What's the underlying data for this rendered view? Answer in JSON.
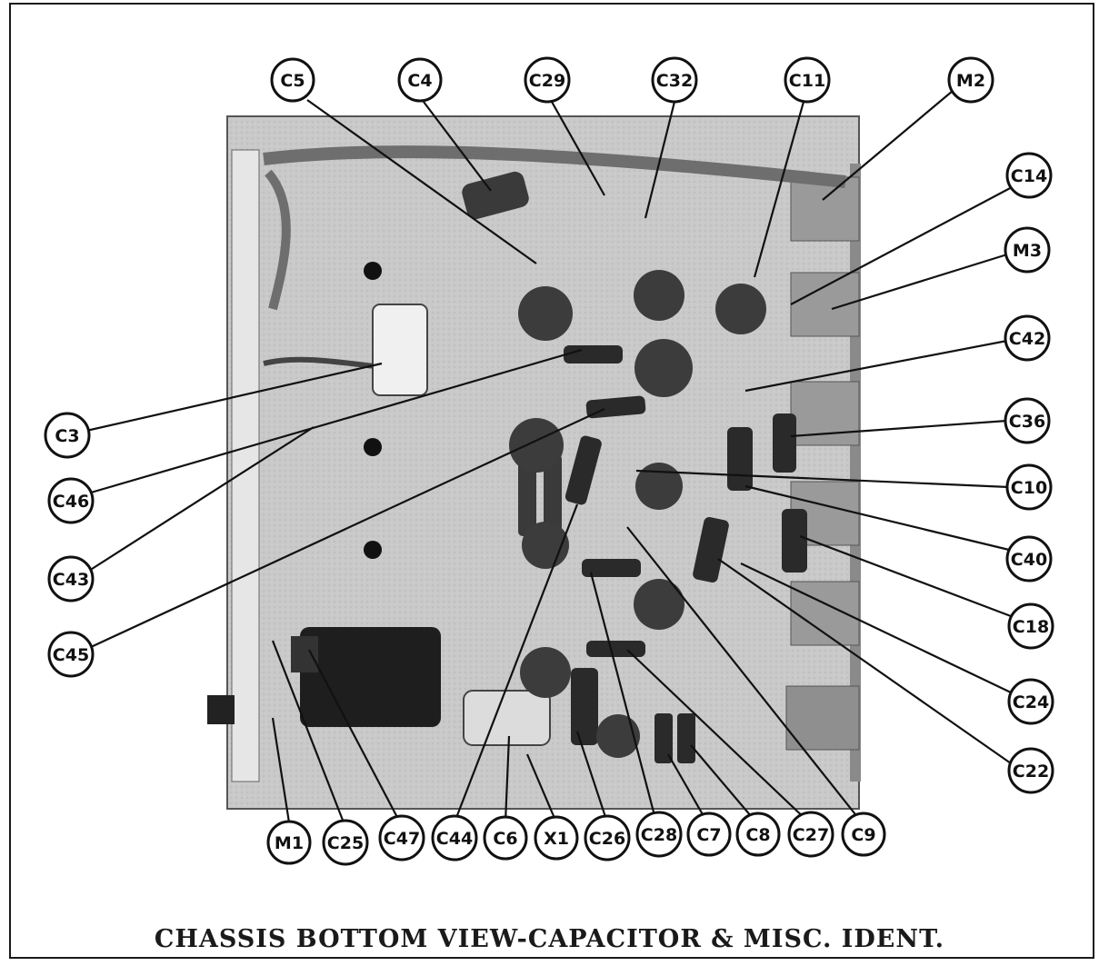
{
  "caption": "CHASSIS BOTTOM VIEW-CAPACITOR & MISC. IDENT.",
  "callouts": {
    "C5": "C5",
    "C4": "C4",
    "C29": "C29",
    "C32": "C32",
    "C11": "C11",
    "M2": "M2",
    "C14": "C14",
    "M3": "M3",
    "C42": "C42",
    "C36": "C36",
    "C10": "C10",
    "C40": "C40",
    "C18": "C18",
    "C24": "C24",
    "C22": "C22",
    "C3": "C3",
    "C46": "C46",
    "C43": "C43",
    "C45": "C45",
    "M1": "M1",
    "C25": "C25",
    "C47": "C47",
    "C44": "C44",
    "C6": "C6",
    "X1": "X1",
    "C26": "C26",
    "C28": "C28",
    "C7": "C7",
    "C8": "C8",
    "C27": "C27",
    "C9": "C9"
  }
}
